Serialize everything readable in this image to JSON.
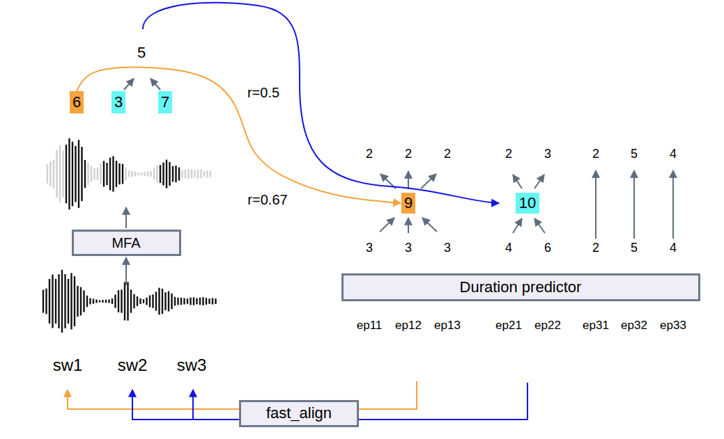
{
  "diagram": {
    "nodes": [
      {
        "text": [
          "6"
        ]
      },
      {
        "text": [
          "3"
        ]
      },
      {
        "text": [
          "7"
        ]
      },
      {
        "text": [
          "MFA"
        ]
      },
      {
        "text": [
          "9"
        ]
      },
      {
        "text": [
          "10"
        ]
      },
      {
        "text": [
          "Duration predictor"
        ]
      },
      {
        "text": [
          "fast_align"
        ]
      }
    ],
    "edges": [
      {
        "from": 0,
        "to": 4,
        "label": "r=0.67",
        "arrow": "to"
      }
    ],
    "labels": [
      "5",
      "r=0.5",
      "2",
      "2",
      "2",
      "2",
      "3",
      "2",
      "5",
      "4",
      "3",
      "3",
      "3",
      "4",
      "6",
      "2",
      "5",
      "4",
      "ep11",
      "ep12",
      "ep13",
      "ep21",
      "ep22",
      "ep31",
      "ep32",
      "ep33",
      "sw1",
      "sw2",
      "sw3"
    ]
  }
}
